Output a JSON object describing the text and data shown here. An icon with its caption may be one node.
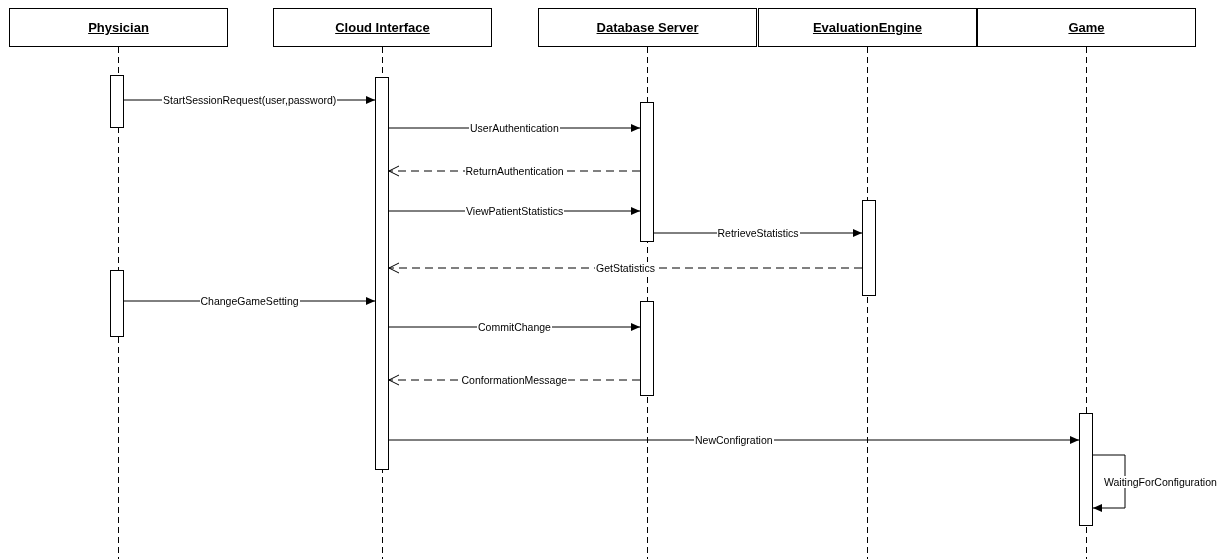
{
  "diagram": {
    "nodes": [
      {
        "text": [
          "Physician"
        ]
      },
      {
        "text": [
          "Cloud Interface"
        ]
      },
      {
        "text": [
          "Database Server"
        ]
      },
      {
        "text": [
          "EvaluationEngine"
        ]
      },
      {
        "text": [
          "Game"
        ]
      },
      {
        "text": [],
        "shape": "bar"
      },
      {
        "text": [],
        "shape": "bar"
      },
      {
        "text": [],
        "shape": "bar"
      },
      {
        "text": [],
        "shape": "bar"
      },
      {
        "text": [],
        "shape": "bar"
      },
      {
        "text": [],
        "shape": "bar"
      },
      {
        "text": [],
        "shape": "bar"
      }
    ],
    "edges": [
      {
        "from": 5,
        "to": 6,
        "arrow": "to",
        "label": "StartSessionRequest(user,password)"
      },
      {
        "from": 6,
        "to": 7,
        "arrow": "to",
        "label": "UserAuthentication"
      },
      {
        "from": 7,
        "to": 6,
        "arrow": "to",
        "label": "ReturnAuthentication",
        "style": "dashed"
      },
      {
        "from": 6,
        "to": 7,
        "arrow": "to",
        "label": "ViewPatientStatistics"
      },
      {
        "from": 7,
        "to": 8,
        "arrow": "to",
        "label": "RetrieveStatistics"
      },
      {
        "from": 8,
        "to": 6,
        "arrow": "to",
        "label": "GetStatistics",
        "style": "dashed"
      },
      {
        "from": 9,
        "to": 6,
        "arrow": "to",
        "label": "ChangeGameSetting"
      },
      {
        "from": 6,
        "to": 10,
        "arrow": "to",
        "label": "CommitChange"
      },
      {
        "from": 10,
        "to": 6,
        "arrow": "to",
        "label": "ConformationMessage",
        "style": "dashed"
      },
      {
        "from": 6,
        "to": 11,
        "arrow": "to",
        "label": "NewConfigration"
      },
      {
        "from": 11,
        "to": 11,
        "arrow": "to",
        "label": "WaitingForConfiguration"
      }
    ]
  }
}
